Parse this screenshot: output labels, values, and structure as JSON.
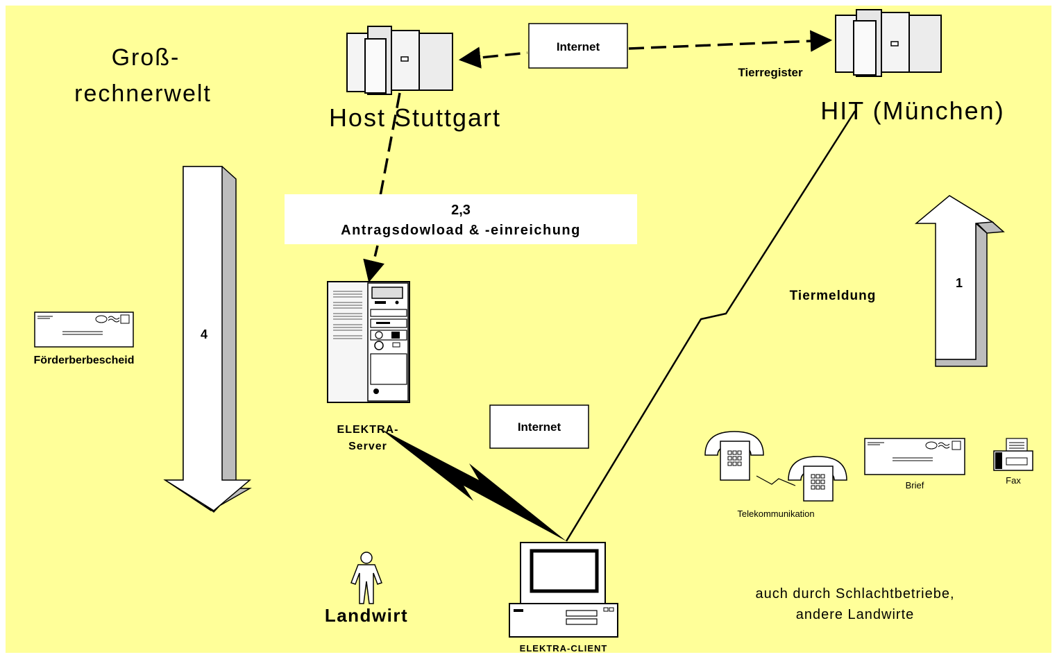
{
  "labels": {
    "grossrechner_line1": "Groß-",
    "grossrechner_line2": "rechnerwelt",
    "host_stuttgart": "Host Stuttgart",
    "hit_muenchen": "HIT (München)",
    "tierregister": "Tierregister",
    "internet_top": "Internet",
    "internet_middle": "Internet",
    "antrag_number": "2,3",
    "antrag_text": "Antragsdowload & -einreichung",
    "step_4": "4",
    "step_1": "1",
    "foerderbescheid": "Förderberbescheid",
    "tiermeldung": "Tiermeldung",
    "elektra_server_line1": "ELEKTRA-",
    "elektra_server_line2": "Server",
    "elektra_client": "ELEKTRA-CLIENT",
    "landwirt": "Landwirt",
    "telekommunikation": "Telekommunikation",
    "brief": "Brief",
    "fax": "Fax",
    "schlacht_line1": "auch durch Schlachtbetriebe,",
    "schlacht_line2": "andere Landwirte"
  },
  "colors": {
    "background": "#FFFF99",
    "box_fill": "#FFFFFF",
    "arrow_shade": "#BDBDBD",
    "line": "#000000"
  },
  "icons": [
    "mainframe-icon",
    "server-tower-icon",
    "desktop-computer-icon",
    "person-icon",
    "envelope-icon",
    "telephone-icon",
    "fax-icon",
    "lightning-link-icon"
  ]
}
